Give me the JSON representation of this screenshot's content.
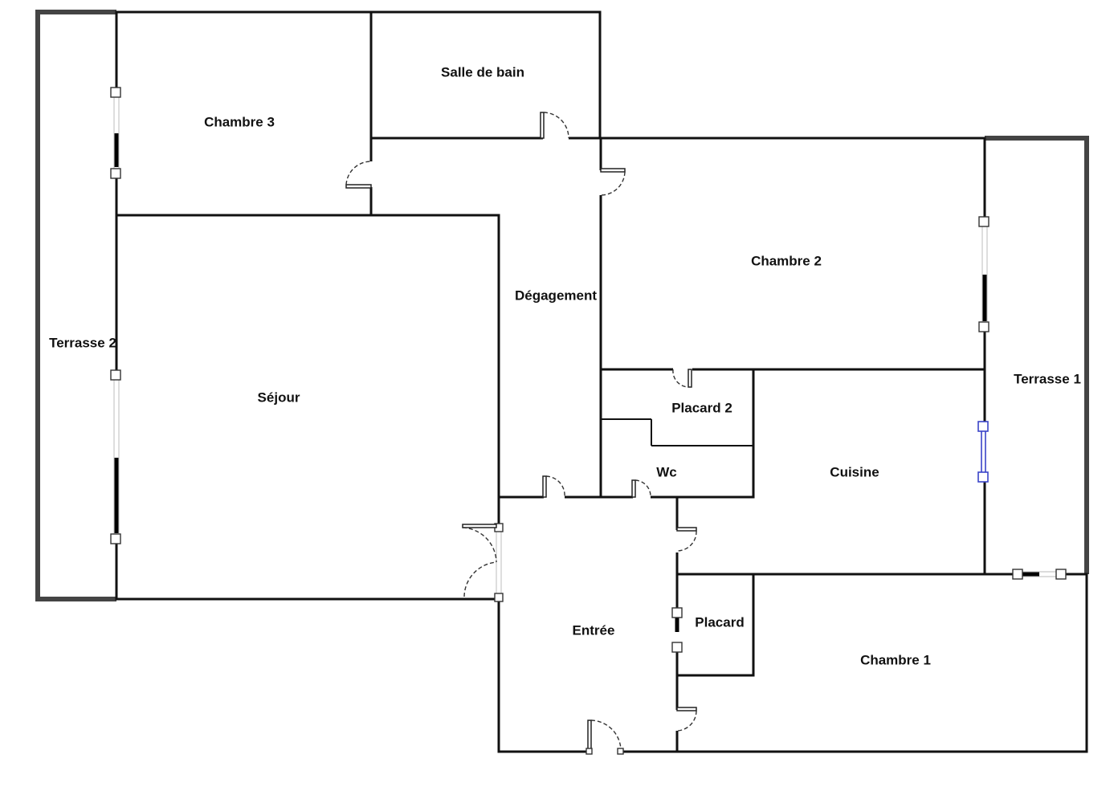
{
  "rooms": {
    "salle_de_bain": "Salle de bain",
    "chambre_3": "Chambre 3",
    "chambre_2": "Chambre 2",
    "degagement": "Dégagement",
    "terrasse_2": "Terrasse 2",
    "sejour": "Séjour",
    "terrasse_1": "Terrasse 1",
    "placard_2": "Placard 2",
    "wc": "Wc",
    "cuisine": "Cuisine",
    "entree": "Entrée",
    "placard": "Placard",
    "chambre_1": "Chambre 1"
  }
}
